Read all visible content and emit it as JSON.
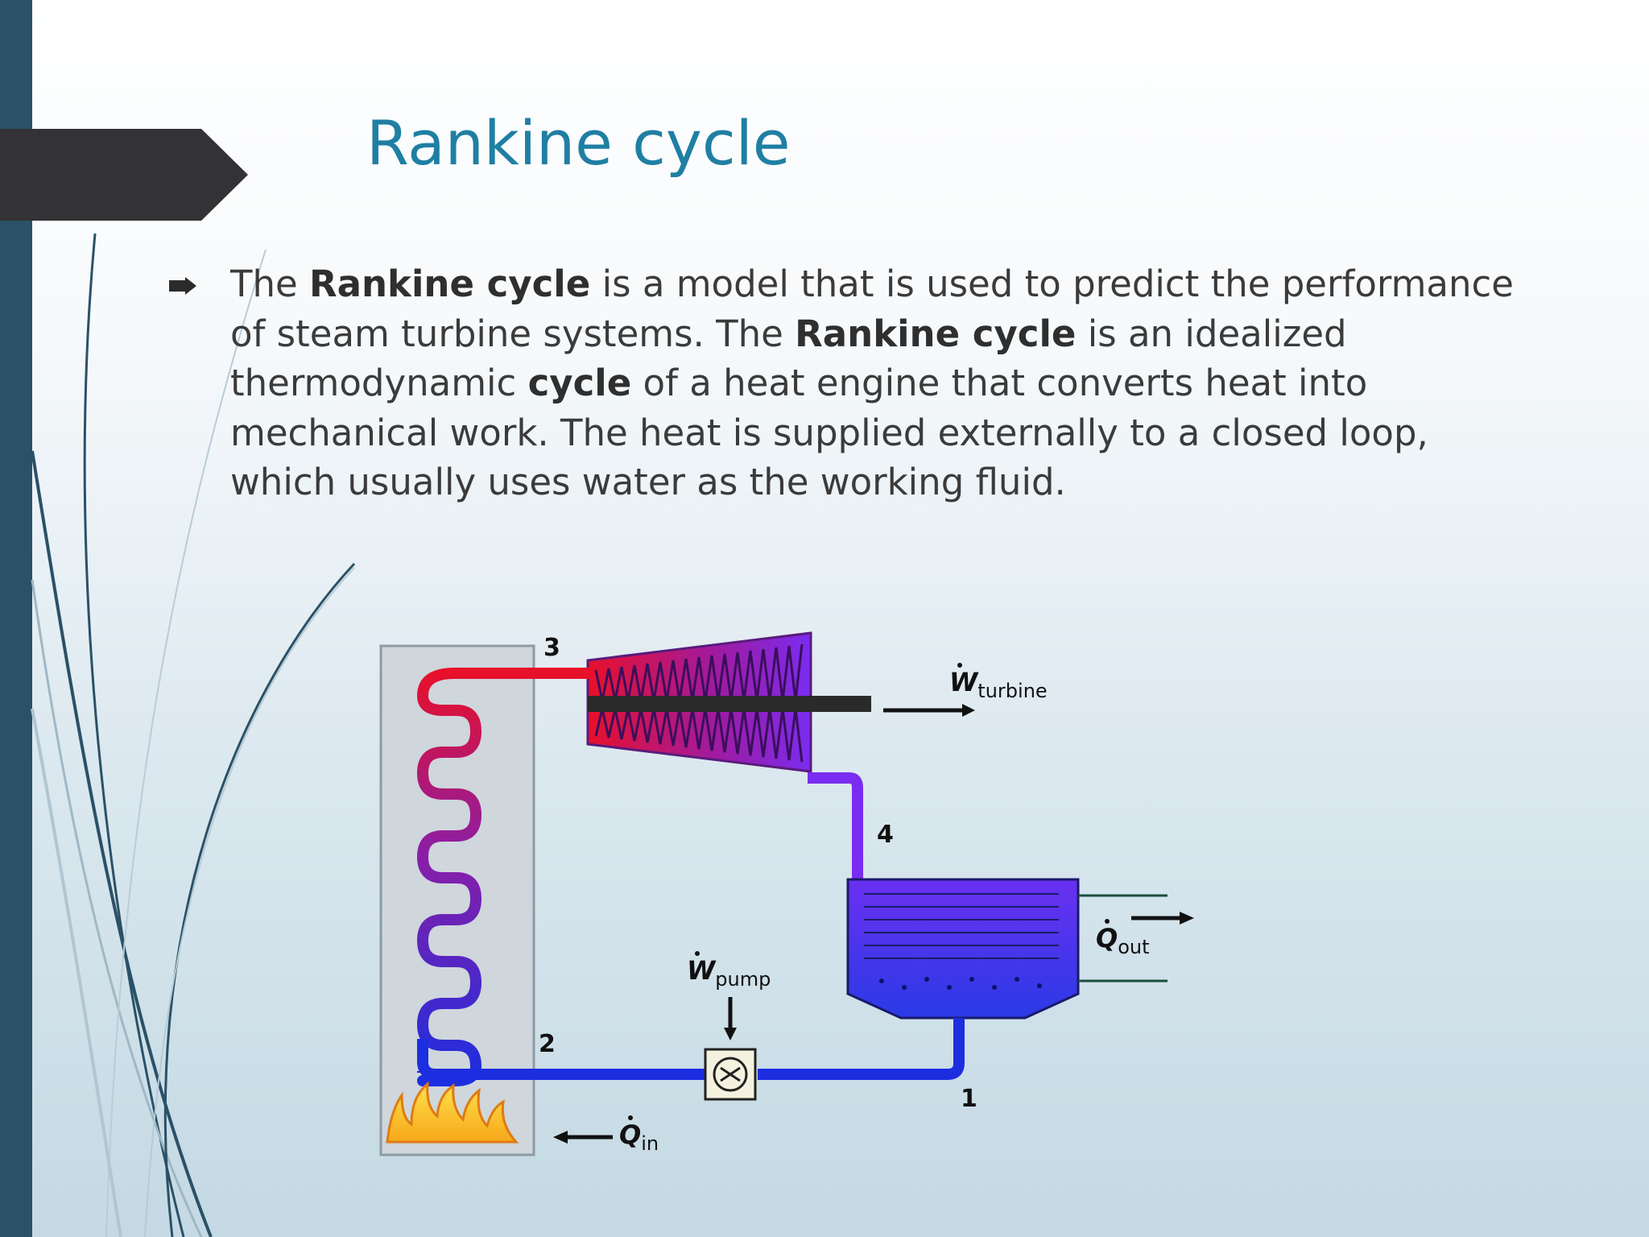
{
  "slide": {
    "title": "Rankine cycle",
    "body": {
      "bullet_icon": "arrow-bullet-icon",
      "segments": [
        {
          "text": "The ",
          "bold": false
        },
        {
          "text": "Rankine cycle",
          "bold": true
        },
        {
          "text": " is a model that is used to predict the performance of steam turbine systems. The ",
          "bold": false
        },
        {
          "text": "Rankine cycle",
          "bold": true
        },
        {
          "text": " is an idealized thermodynamic ",
          "bold": false
        },
        {
          "text": "cycle",
          "bold": true
        },
        {
          "text": " of a heat engine that converts heat into mechanical work. The heat is supplied externally to a closed loop, which usually uses water as the working fluid.",
          "bold": false
        }
      ]
    }
  },
  "diagram": {
    "state_points": {
      "p1": "1",
      "p2": "2",
      "p3": "3",
      "p4": "4"
    },
    "w_turbine": {
      "symbol": "W",
      "subscript": "turbine"
    },
    "w_pump": {
      "symbol": "W",
      "subscript": "pump"
    },
    "q_in": {
      "symbol": "Q",
      "subscript": "in"
    },
    "q_out": {
      "symbol": "Q",
      "subscript": "out"
    },
    "colors": {
      "hot": "#e8102a",
      "mid": "#8a1ea8",
      "cool": "#6a2cf0",
      "cold": "#1c2ee0",
      "boiler_box": "#cfd6dc",
      "flame": "#f7b11c",
      "title": "#1f7fa3",
      "left_band": "#2a5167"
    }
  }
}
